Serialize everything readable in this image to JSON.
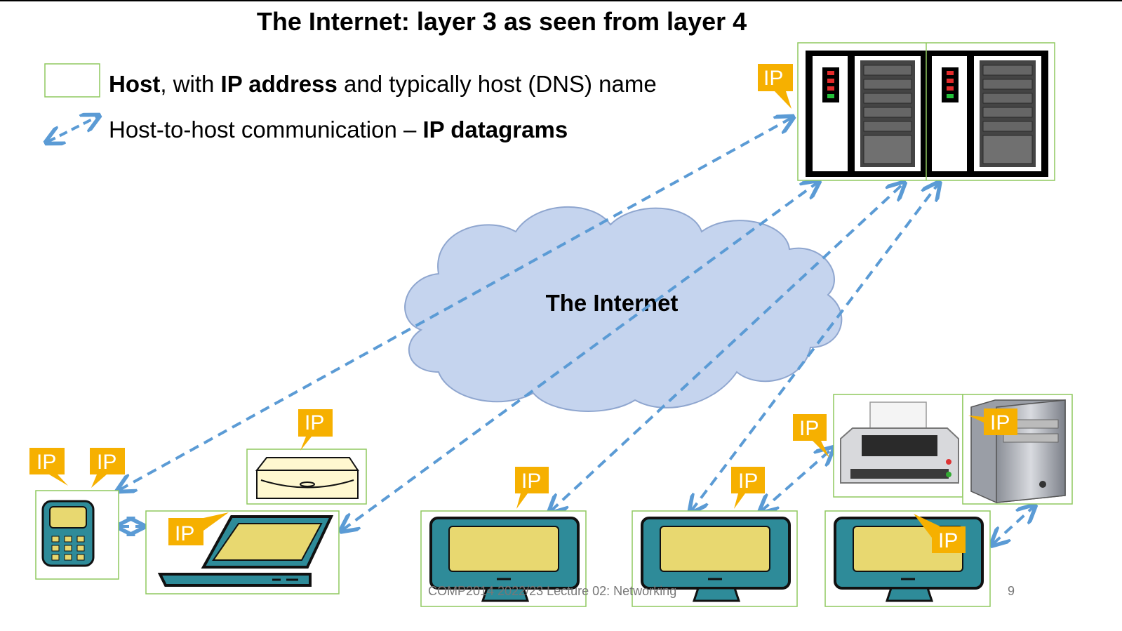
{
  "title": "The Internet: layer 3 as seen from layer 4",
  "legend": {
    "host": {
      "bold1": "Host",
      "text1": ", with ",
      "bold2": "IP address",
      "text2": " and typically host (DNS) name"
    },
    "comm": {
      "text1": "Host-to-host communication – ",
      "bold1": "IP datagrams"
    }
  },
  "cloud_label": "The Internet",
  "ip_tag": "IP",
  "footer": "COMP2014 2022/23 Lecture 02: Networking",
  "page_number": "9",
  "colors": {
    "host_border": "#8fc95f",
    "arrow": "#5b9bd5",
    "cloud_fill": "#c5d4ee",
    "cloud_stroke": "#8fa6cf",
    "ip_tag_fill": "#f6b000",
    "monitor_body": "#2e8b99",
    "screen": "#e8d870"
  },
  "hosts": [
    "mobile-phone",
    "laptop",
    "cd-drive",
    "monitor-1",
    "monitor-2",
    "monitor-3",
    "printer",
    "tower-pc",
    "server-rack"
  ]
}
